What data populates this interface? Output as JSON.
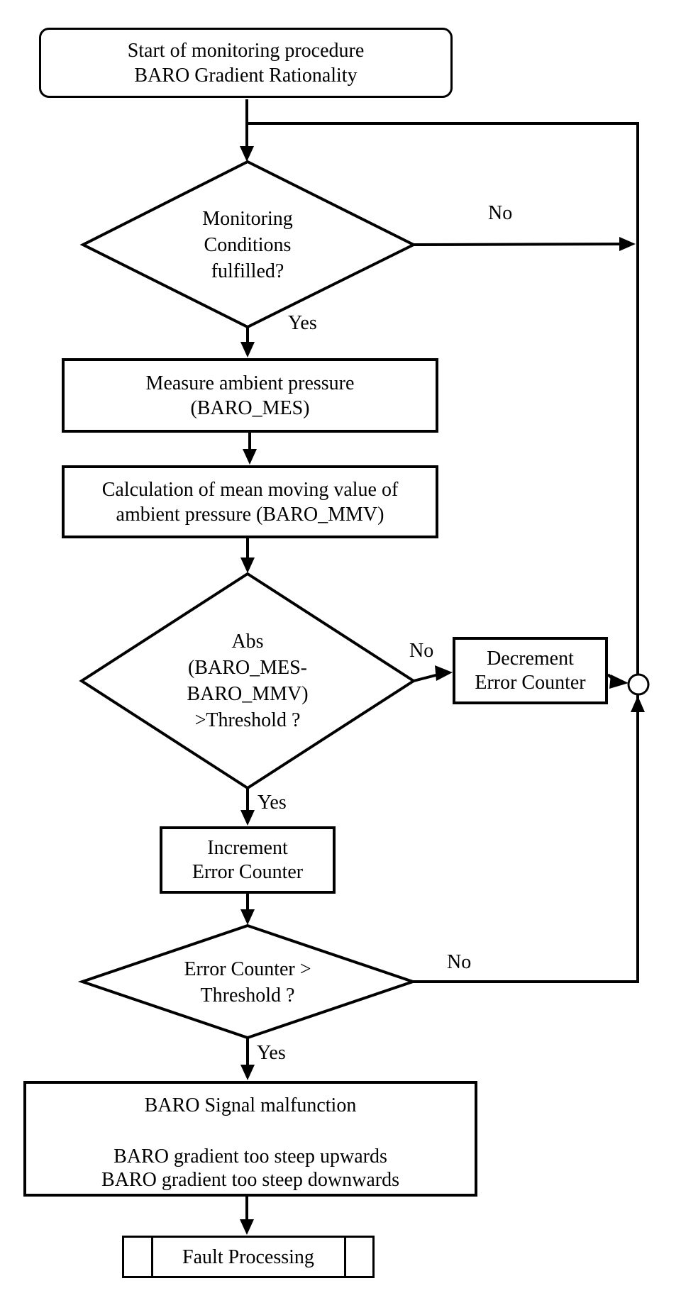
{
  "colors": {
    "background": "#ffffff",
    "line": "#000000",
    "text": "#000000"
  },
  "nodes": {
    "start": {
      "lines": [
        "Start of monitoring procedure",
        "BARO Gradient Rationality"
      ]
    },
    "decision_monitoring": {
      "lines": [
        "Monitoring",
        "Conditions",
        "fulfilled?"
      ],
      "yes": "Yes",
      "no": "No"
    },
    "measure": {
      "lines": [
        "Measure ambient pressure",
        "(BARO_MES)"
      ]
    },
    "calculation": {
      "lines": [
        "Calculation of mean moving value of",
        "ambient pressure (BARO_MMV)"
      ]
    },
    "decision_abs": {
      "lines": [
        "Abs",
        "(BARO_MES-",
        "BARO_MMV)",
        ">Threshold ?"
      ],
      "yes": "Yes",
      "no": "No"
    },
    "decrement": {
      "lines": [
        "Decrement",
        "Error Counter"
      ]
    },
    "increment": {
      "lines": [
        "Increment",
        "Error Counter"
      ]
    },
    "decision_counter": {
      "lines": [
        "Error Counter >",
        "Threshold ?"
      ],
      "yes": "Yes",
      "no": "No"
    },
    "malfunction": {
      "title": "BARO Signal malfunction",
      "details": [
        "BARO gradient too steep upwards",
        "BARO gradient too steep downwards"
      ]
    },
    "fault": {
      "label": "Fault Processing"
    }
  }
}
